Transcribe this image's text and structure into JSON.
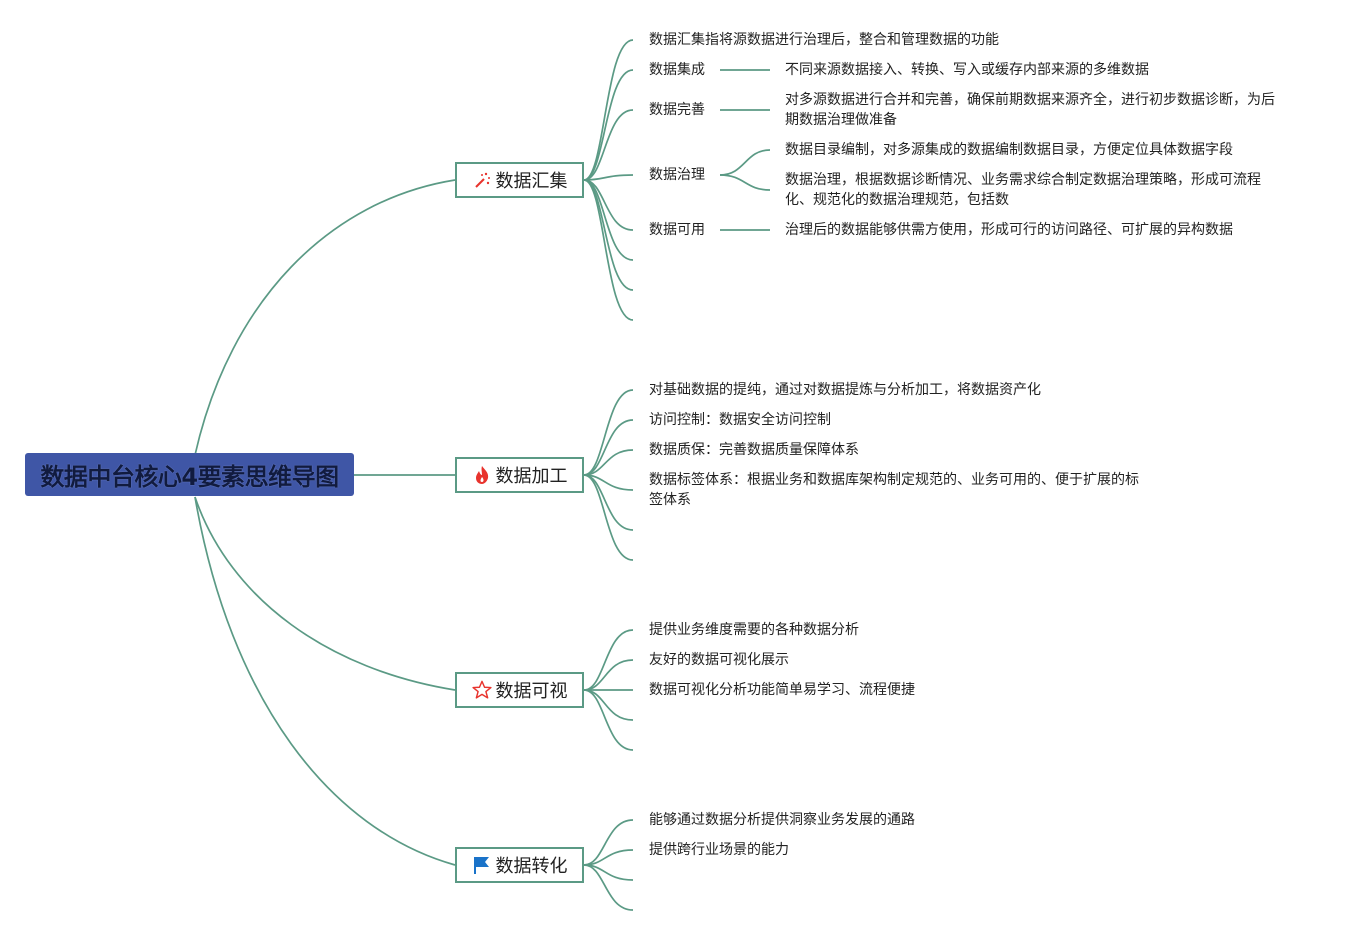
{
  "root": {
    "title": "数据中台核心4要素思维导图"
  },
  "branches": [
    {
      "label": "数据汇集",
      "icon": "magic-wand-icon",
      "items": [
        {
          "text": "数据汇集指将源数据进行治理后，整合和管理数据的功能"
        },
        {
          "text": "数据集成",
          "children": [
            "不同来源数据接入、转换、写入或缓存内部来源的多维数据"
          ]
        },
        {
          "text": "数据完善",
          "children": [
            "对多源数据进行合并和完善，确保前期数据来源齐全，进行初步数据诊断，为后期数据治理做准备"
          ]
        },
        {
          "text": "数据治理",
          "children": [
            "数据目录编制，对多源集成的数据编制数据目录，方便定位具体数据字段",
            "数据治理，根据数据诊断情况、业务需求综合制定数据治理策略，形成可流程化、规范化的数据治理规范，包括数"
          ]
        },
        {
          "text": "数据可用",
          "children": [
            "治理后的数据能够供需方使用，形成可行的访问路径、可扩展的异构数据"
          ]
        }
      ]
    },
    {
      "label": "数据加工",
      "icon": "fire-icon",
      "items": [
        {
          "text": "对基础数据的提纯，通过对数据提炼与分析加工，将数据资产化"
        },
        {
          "text": "访问控制：数据安全访问控制"
        },
        {
          "text": "数据质保：完善数据质量保障体系"
        },
        {
          "text": "数据标签体系：根据业务和数据库架构制定规范的、业务可用的、便于扩展的标签体系"
        }
      ]
    },
    {
      "label": "数据可视",
      "icon": "star-icon",
      "items": [
        {
          "text": "提供业务维度需要的各种数据分析"
        },
        {
          "text": "友好的数据可视化展示"
        },
        {
          "text": "数据可视化分析功能简单易学习、流程便捷"
        }
      ]
    },
    {
      "label": "数据转化",
      "icon": "flag-icon",
      "items": [
        {
          "text": "能够通过数据分析提供洞察业务发展的通路"
        },
        {
          "text": "提供跨行业场景的能力"
        }
      ]
    }
  ],
  "colors": {
    "root_bg": "#3f56a6",
    "line": "#5b9a85",
    "icon_red": "#e8332d",
    "icon_blue": "#1a73c9"
  }
}
